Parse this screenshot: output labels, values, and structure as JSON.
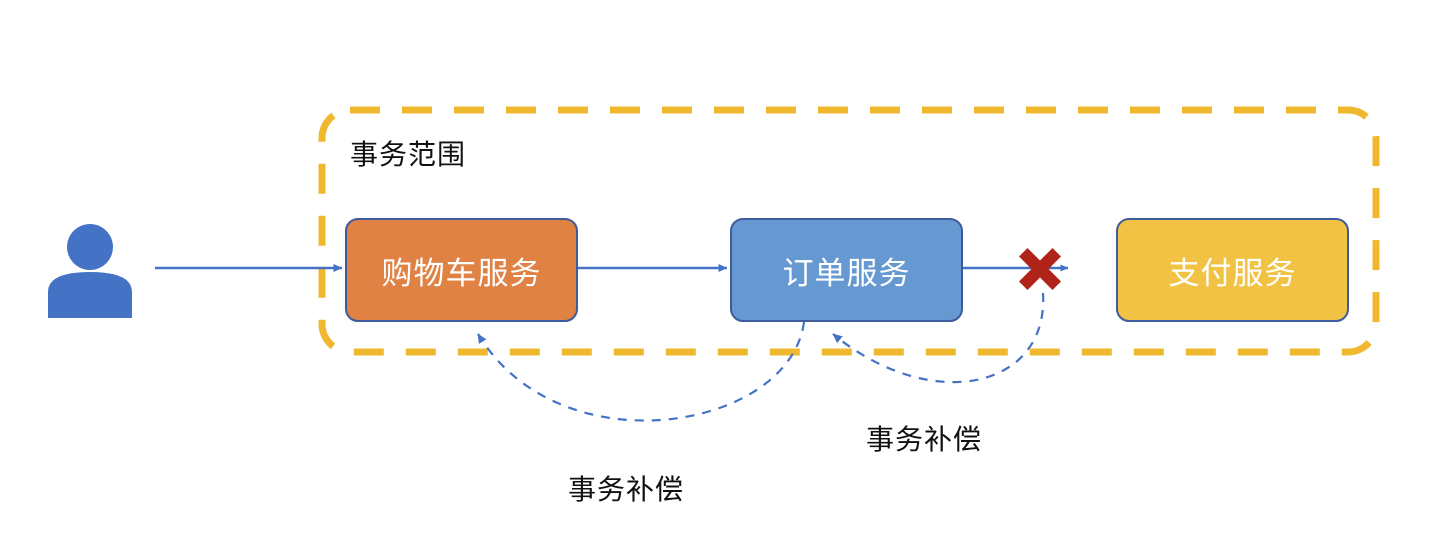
{
  "diagram": {
    "type": "saga-transaction-flow",
    "background": "#ffffff",
    "scope": {
      "label": "事务范围",
      "border_color": "#F0B82E",
      "style": "dashed-rounded-rectangle"
    },
    "actor": {
      "icon": "user-icon",
      "color": "#4472C4"
    },
    "nodes": [
      {
        "id": "cart",
        "label": "购物车服务",
        "fill": "#DF8244",
        "border": "#3E5B9B",
        "text_color": "#ffffff"
      },
      {
        "id": "order",
        "label": "订单服务",
        "fill": "#6699D1",
        "border": "#3E5B9B",
        "text_color": "#ffffff"
      },
      {
        "id": "pay",
        "label": "支付服务",
        "fill": "#F2C244",
        "border": "#3E5B9B",
        "text_color": "#ffffff"
      }
    ],
    "flow_arrows": [
      {
        "id": "user-to-cart",
        "from": "user",
        "to": "cart",
        "style": "solid",
        "color": "#4472C4"
      },
      {
        "id": "cart-to-order",
        "from": "cart",
        "to": "order",
        "style": "solid",
        "color": "#4472C4"
      },
      {
        "id": "order-to-pay",
        "from": "order",
        "to": "pay",
        "style": "solid",
        "color": "#4472C4",
        "blocked": true
      }
    ],
    "failure_marker": {
      "icon": "red-x-icon",
      "color": "#B02318",
      "on_arrow": "order-to-pay"
    },
    "compensation_arrows": [
      {
        "id": "compensate-order-to-cart",
        "from": "order",
        "to": "cart",
        "label": "事务补偿",
        "style": "dashed-curved",
        "color": "#4472C4"
      },
      {
        "id": "compensate-fail-to-order",
        "from": "failure-marker",
        "to": "order",
        "label": "事务补偿",
        "style": "dashed-curved",
        "color": "#4472C4"
      }
    ],
    "labels": {
      "compensation_left": "事务补偿",
      "compensation_right": "事务补偿"
    }
  }
}
